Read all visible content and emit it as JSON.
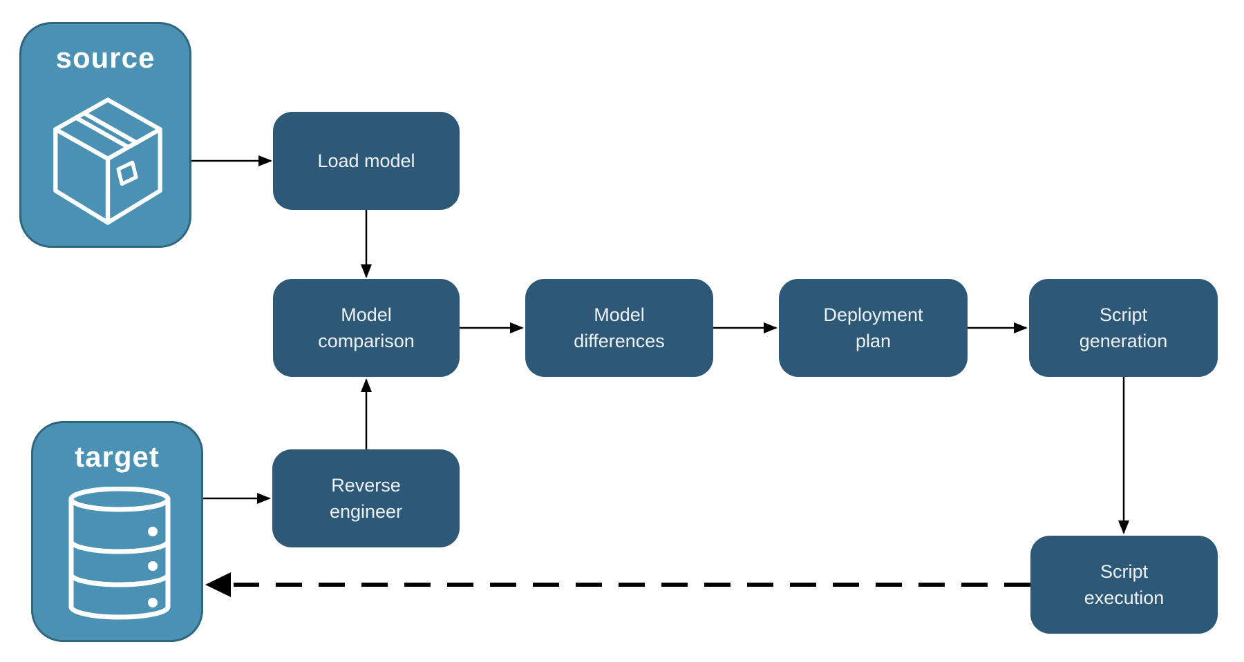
{
  "colors": {
    "background": "#ffffff",
    "endpoint_fill": "#4a91b4",
    "endpoint_border": "#2e657f",
    "endpoint_text": "#ffffff",
    "node_fill": "#2d5977",
    "node_text": "#eef2f6",
    "arrow": "#000000"
  },
  "endpoints": {
    "source": {
      "label": "source",
      "icon": "package-icon"
    },
    "target": {
      "label": "target",
      "icon": "database-icon"
    }
  },
  "nodes": {
    "load_model": {
      "label": "Load model"
    },
    "model_comparison": {
      "label": "Model\ncomparison"
    },
    "model_differences": {
      "label": "Model\ndifferences"
    },
    "deployment_plan": {
      "label": "Deployment\nplan"
    },
    "script_generation": {
      "label": "Script\ngeneration"
    },
    "reverse_engineer": {
      "label": "Reverse\nengineer"
    },
    "script_execution": {
      "label": "Script\nexecution"
    }
  },
  "edges": [
    {
      "from": "source",
      "to": "load_model",
      "style": "solid"
    },
    {
      "from": "load_model",
      "to": "model_comparison",
      "style": "solid"
    },
    {
      "from": "model_comparison",
      "to": "model_differences",
      "style": "solid"
    },
    {
      "from": "model_differences",
      "to": "deployment_plan",
      "style": "solid"
    },
    {
      "from": "deployment_plan",
      "to": "script_generation",
      "style": "solid"
    },
    {
      "from": "script_generation",
      "to": "script_execution",
      "style": "solid"
    },
    {
      "from": "target",
      "to": "reverse_engineer",
      "style": "solid"
    },
    {
      "from": "reverse_engineer",
      "to": "model_comparison",
      "style": "solid"
    },
    {
      "from": "script_execution",
      "to": "target",
      "style": "dashed"
    }
  ]
}
